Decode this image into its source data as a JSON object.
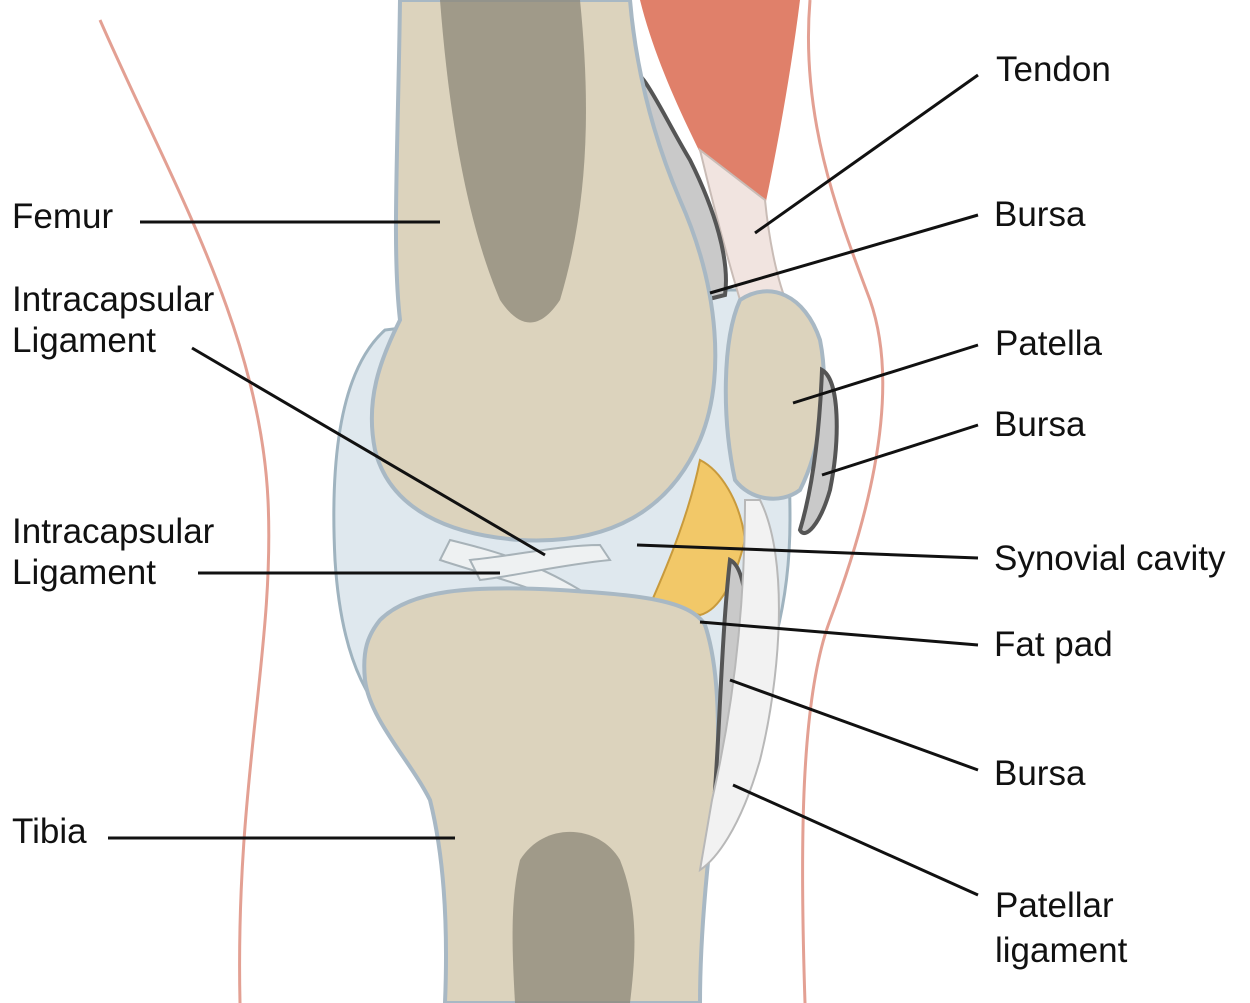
{
  "colors": {
    "bone": "#dcd3bd",
    "marrow": "#8c8778",
    "cartilage": "#c6d9e4",
    "muscle": "#e0806a",
    "fat": "#f2c868",
    "skin": "#e3a093",
    "leader": "#111111"
  },
  "labels": {
    "tendon": "Tendon",
    "bursa_upper": "Bursa",
    "patella": "Patella",
    "bursa_middle": "Bursa",
    "synovial_cavity": "Synovial cavity",
    "fat_pad": "Fat pad",
    "bursa_lower": "Bursa",
    "patellar_ligament_line1": "Patellar",
    "patellar_ligament_line2": "ligament",
    "femur": "Femur",
    "intracapsular_ligament_1_line1": "Intracapsular",
    "intracapsular_ligament_1_line2": "Ligament",
    "intracapsular_ligament_2_line1": "Intracapsular",
    "intracapsular_ligament_2_line2": "Ligament",
    "tibia": "Tibia"
  }
}
